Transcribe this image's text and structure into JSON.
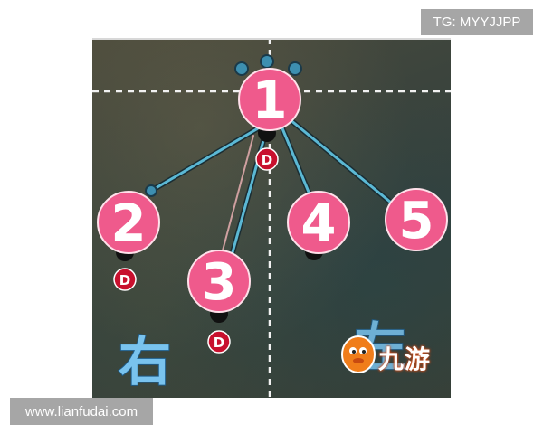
{
  "watermarks": {
    "top": "TG: MYYJJPP",
    "bottom": "www.lianfudai.com"
  },
  "board": {
    "nodes": [
      {
        "label": "1",
        "marker": ""
      },
      {
        "label": "2",
        "marker": "D"
      },
      {
        "label": "3",
        "marker": "D"
      },
      {
        "label": "4",
        "marker": ""
      },
      {
        "label": "5",
        "marker": ""
      }
    ],
    "hub_marker": "D",
    "side_labels": {
      "left": "右",
      "right": "左"
    }
  },
  "brand": {
    "text": "九游",
    "icon": "orange-mascot-icon"
  },
  "colors": {
    "node_fill": "#ef5a8c",
    "marker_fill": "#c8102e",
    "link_stroke": "#5bb8d4",
    "side_label": "#79c3ee",
    "watermark_bg": "#a6a6a6"
  }
}
